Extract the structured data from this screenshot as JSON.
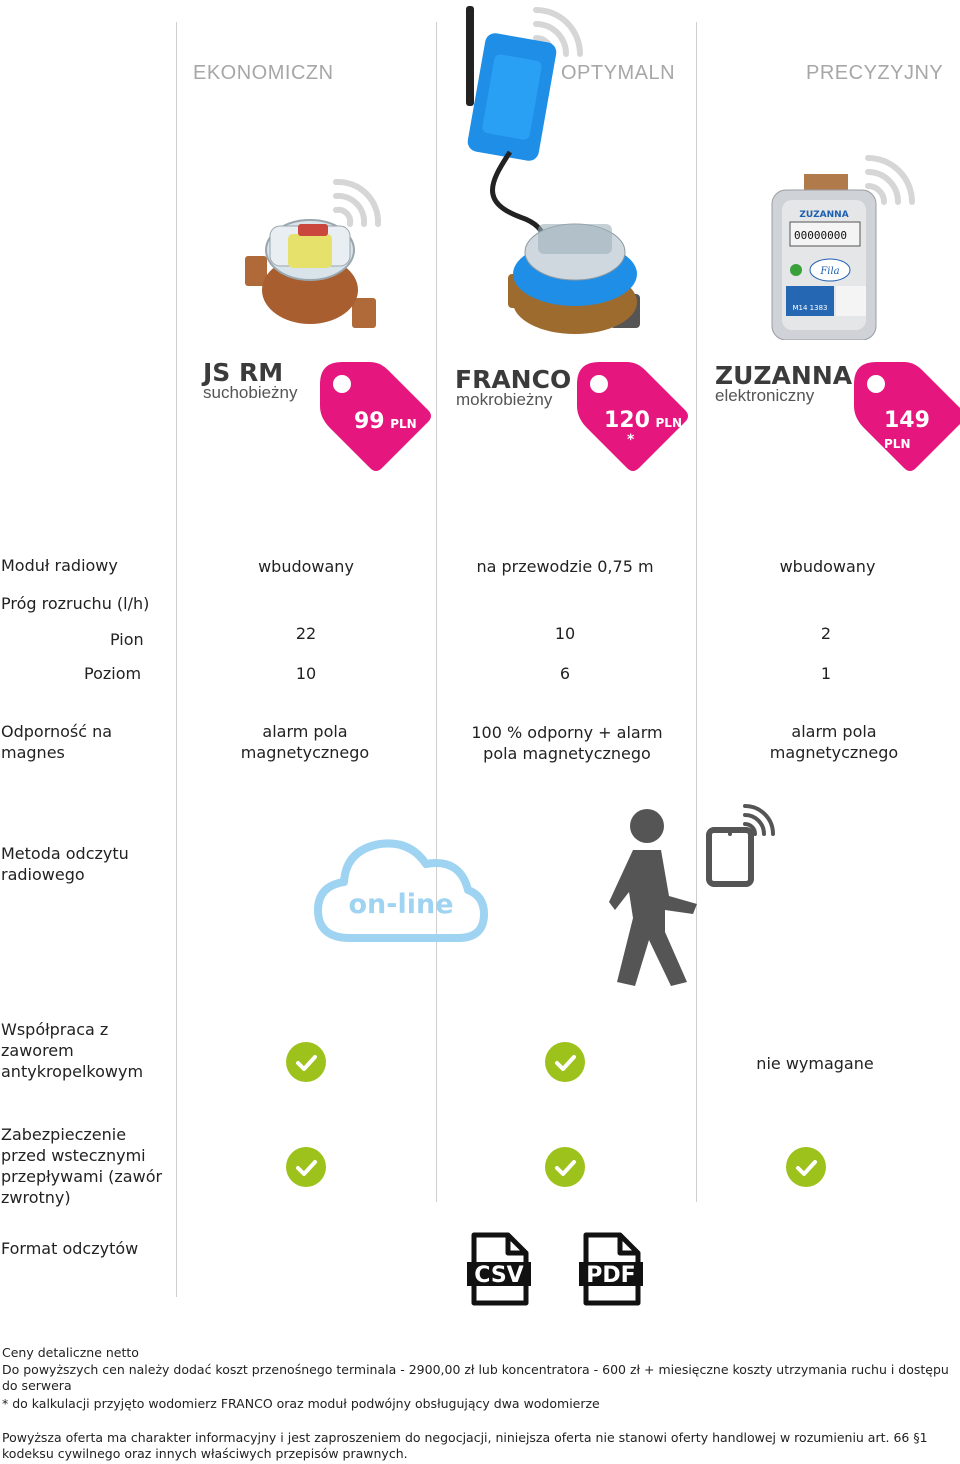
{
  "tiers": [
    "EKONOMICZN",
    "OPTYMALN",
    "PRECYZYJNY"
  ],
  "products": [
    {
      "name": "JS RM",
      "subtitle": "suchobieżny",
      "price": "99",
      "currency": "PLN",
      "note": ""
    },
    {
      "name": "FRANCO",
      "subtitle": "mokrobieżny",
      "price": "120",
      "currency": "PLN",
      "note": "*"
    },
    {
      "name": "ZUZANNA",
      "subtitle": "elektroniczny",
      "price": "149",
      "currency": "PLN",
      "note": ""
    }
  ],
  "rows": {
    "radio_module": {
      "label": "Moduł radiowy",
      "values": [
        "wbudowany",
        "na przewodzie 0,75 m",
        "wbudowany"
      ]
    },
    "threshold": {
      "label": "Próg rozruchu (l/h)"
    },
    "vertical": {
      "label": "Pion",
      "values": [
        "22",
        "10",
        "2"
      ]
    },
    "horizontal": {
      "label": "Poziom",
      "values": [
        "10",
        "6",
        "1"
      ]
    },
    "magnet": {
      "label": "Odporność na magnes",
      "values": [
        "alarm pola magnetycznego",
        "100 % odporny + alarm pola magnetycznego",
        "alarm pola magnetycznego"
      ]
    },
    "reading_method": {
      "label": "Metoda odczytu radiowego",
      "cloud_text": "on-line"
    },
    "valve": {
      "label": "Współpraca z zaworem antykropelkowym",
      "third_value": "nie wymagane"
    },
    "backflow": {
      "label": "Zabezpieczenie przed wstecznymi przepływami (zawór zwrotny)"
    },
    "format": {
      "label": "Format odczytów",
      "formats": [
        "CSV",
        "PDF"
      ]
    }
  },
  "meter_display": {
    "brand": "ZUZANNA",
    "digits": "00000000",
    "logo": "Fila",
    "mark": "M14 1383"
  },
  "notes": [
    "Ceny detaliczne netto",
    "Do powyższych cen należy dodać koszt przenośnego terminala - 2900,00 zł lub koncentratora - 600 zł + miesięczne koszty utrzymania ruchu i dostępu do serwera",
    "* do kalkulacji przyjęto wodomierz FRANCO oraz moduł podwójny obsługujący dwa wodomierze",
    "Powyższa oferta ma charakter informacyjny i jest zaproszeniem do negocjacji, niniejsza oferta nie stanowi oferty handlowej w rozumieniu art. 66 §1 kodeksu cywilnego oraz innych właściwych przepisów prawnych."
  ],
  "colors": {
    "accent": "#e5177e",
    "check": "#9cc21b",
    "device_blue": "#1f8ee6",
    "cloud": "#9fd3f2",
    "icon_gray": "#555555"
  }
}
